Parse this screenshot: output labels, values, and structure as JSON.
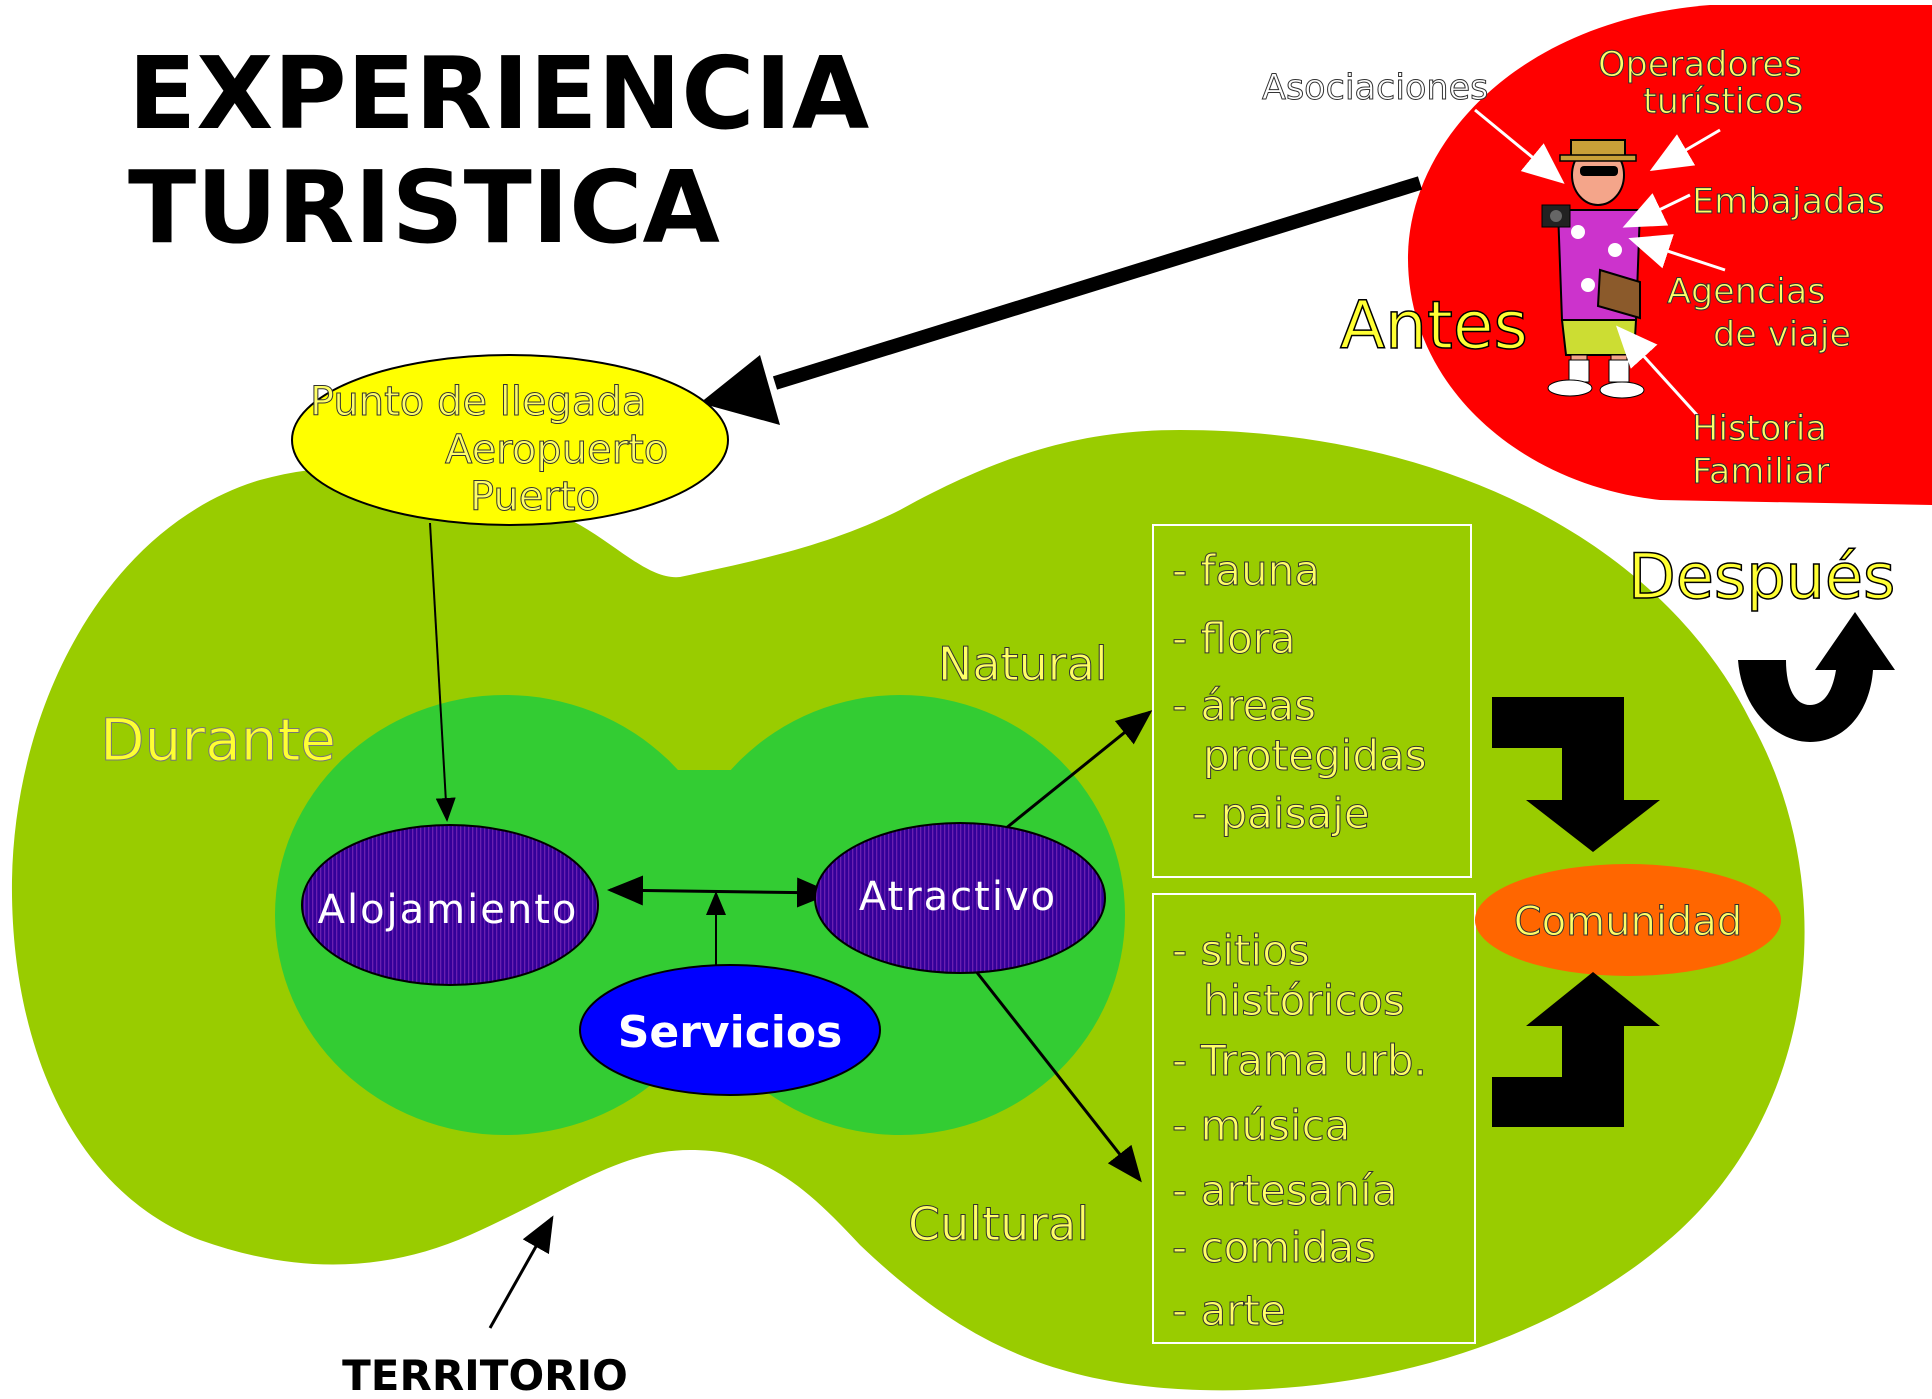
{
  "title": {
    "line1": "EXPERIENCIA",
    "line2": "TURISTICA"
  },
  "phases": {
    "antes": "Antes",
    "durante": "Durante",
    "despues": "Después"
  },
  "antes_sources": {
    "asociaciones": "Asociaciones",
    "operadores_1": "Operadores",
    "operadores_2": "turísticos",
    "embajadas": "Embajadas",
    "agencias_1": "Agencias",
    "agencias_2": "de viaje",
    "historia_1": "Historia",
    "historia_2": "Familiar"
  },
  "arrival": {
    "line1": "Punto de llegada",
    "line2": "Aeropuerto",
    "line3": "Puerto"
  },
  "nodes": {
    "alojamiento": "Alojamiento",
    "atractivo": "Atractivo",
    "servicios": "Servicios",
    "comunidad": "Comunidad"
  },
  "branches": {
    "natural": "Natural",
    "cultural": "Cultural"
  },
  "natural_items": [
    "- fauna",
    "- flora",
    "- áreas",
    "protegidas",
    "- paisaje"
  ],
  "cultural_items": [
    "- sitios",
    "históricos",
    "- Trama urb.",
    "- música",
    "- artesanía",
    "- comidas",
    "-  arte"
  ],
  "territorio": "TERRITORIO",
  "colors": {
    "territory": "#99cc00",
    "inner": "#33cc33",
    "antes_bg": "#ff0000",
    "arrival": "#ffff00",
    "node_purple": "#330099",
    "servicios": "#0000ff",
    "comunidad": "#ff6600",
    "yellow_text": "#ffff66"
  }
}
